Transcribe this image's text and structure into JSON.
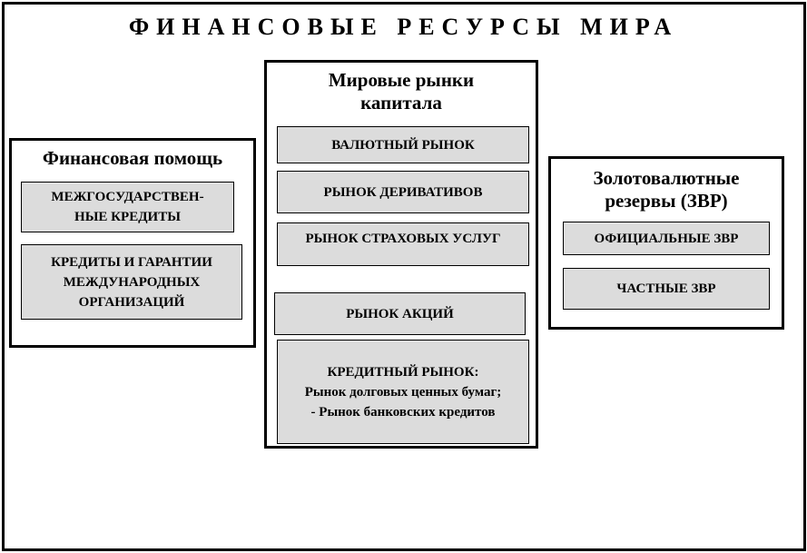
{
  "title": "ФИНАНСОВЫЕ РЕСУРСЫ МИРА",
  "left_panel": {
    "title": "Финансовая помощь",
    "items": [
      "МЕЖГОСУДАРСТВЕН-НЫЕ КРЕДИТЫ",
      "КРЕДИТЫ И ГАРАНТИИ МЕЖДУНАРОДНЫХ ОРГАНИЗАЦИЙ"
    ]
  },
  "center_panel": {
    "title": "Мировые рынки капитала",
    "items": [
      "ВАЛЮТНЫЙ РЫНОК",
      "РЫНОК ДЕРИВАТИВОВ",
      "РЫНОК СТРАХОВЫХ УСЛУГ",
      "РЫНОК АКЦИЙ"
    ],
    "credit_box": {
      "line1": "КРЕДИТНЫЙ РЫНОК:",
      "line2": "Рынок долговых ценных бумаг;",
      "line3": "- Рынок банковских кредитов"
    }
  },
  "right_panel": {
    "title": "Золотовалютные резервы (ЗВР)",
    "items": [
      "ОФИЦИАЛЬНЫЕ ЗВР",
      "ЧАСТНЫЕ ЗВР"
    ]
  }
}
